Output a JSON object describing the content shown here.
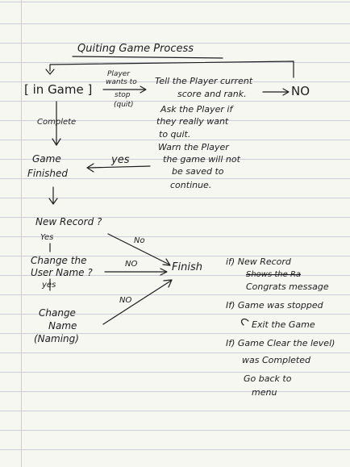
{
  "title": "Quiting Game Process",
  "nodes": {
    "in_game": "[ in Game ]",
    "game_finished_1": "Game",
    "game_finished_2": "Finished",
    "new_record": "New Record ?",
    "change_user_name_1": "Change the",
    "change_user_name_2": "User Name ?",
    "change_name_1": "Change",
    "change_name_2": "Name",
    "change_name_3": "(Naming)",
    "finish": "Finish",
    "no_end": "NO"
  },
  "edge_labels": {
    "player_wants_1": "Player",
    "player_wants_2": "wants to",
    "player_wants_3": "stop",
    "player_wants_4": "(quit)",
    "complete": "Complete",
    "yes_main": "yes",
    "yes_record": "Yes",
    "yes_change": "yes",
    "no_record": "No",
    "no_change": "NO",
    "no_naming": "NO"
  },
  "notes_quit": [
    "Tell the Player current",
    "score and rank.",
    "Ask the Player if",
    "they really want",
    "to quit.",
    "Warn the Player",
    "the game will not",
    "be saved to",
    "continue."
  ],
  "finish_notes": {
    "if_new_record": "if) New Record",
    "struck": "Shows the Ra",
    "congrats": "Congrats message",
    "if_stopped": "If) Game was stopped",
    "exit": "Exit the Game",
    "if_cleared_1": "If) Game Clear the level)",
    "if_cleared_2": "was Completed",
    "go_back_1": "Go back to",
    "go_back_2": "menu"
  }
}
